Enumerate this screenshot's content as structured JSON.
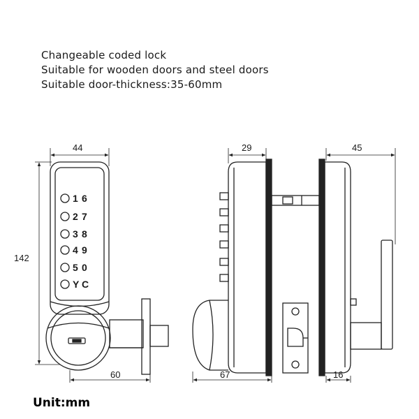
{
  "specs": [
    "Changeable  coded lock",
    "Suitable for wooden doors and steel doors",
    "Suitable door-thickness:35-60mm"
  ],
  "unit_label": "Unit:mm",
  "dimensions": {
    "front_width": "44",
    "front_height": "142",
    "handle_length": "60",
    "side_depth_inner": "29",
    "side_depth_outer": "45",
    "side_total": "67",
    "handle_offset": "16"
  },
  "keypad": {
    "left_column": [
      "1",
      "2",
      "3",
      "4",
      "5",
      "Y"
    ],
    "right_column": [
      "6",
      "7",
      "8",
      "9",
      "0",
      "C"
    ]
  }
}
